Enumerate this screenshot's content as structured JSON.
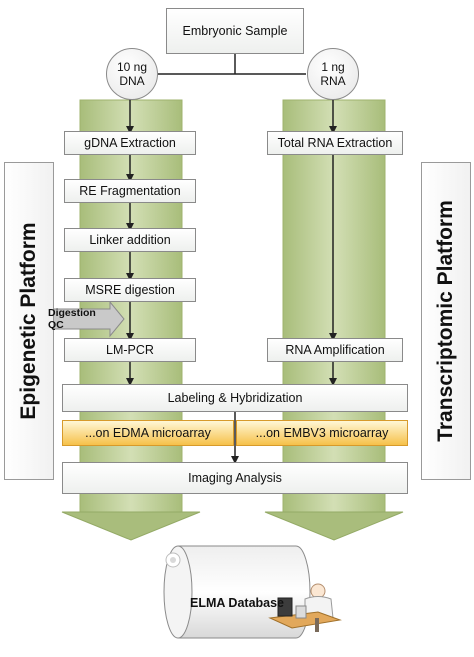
{
  "sample": {
    "label": "Embryonic Sample"
  },
  "dna_input": {
    "line1": "10 ng",
    "line2": "DNA"
  },
  "rna_input": {
    "line1": "1 ng",
    "line2": "RNA"
  },
  "epigenetic_steps": [
    "gDNA Extraction",
    "RE Fragmentation",
    "Linker addition",
    "MSRE digestion",
    "LM-PCR"
  ],
  "digestion_qc": "Digestion QC",
  "transcriptomic_steps": [
    "Total RNA Extraction",
    "RNA Amplification"
  ],
  "labeling": "Labeling & Hybridization",
  "edma": "...on EDMA microarray",
  "embv3": "...on EMBV3 microarray",
  "imaging": "Imaging Analysis",
  "database": "ELMA Database",
  "left_platform": "Epigenetic Platform",
  "right_platform": "Transcriptomic Platform",
  "colors": {
    "green": "#bccd95",
    "arrow_green": "#a9bd7c",
    "orange": "#f6c14a"
  }
}
